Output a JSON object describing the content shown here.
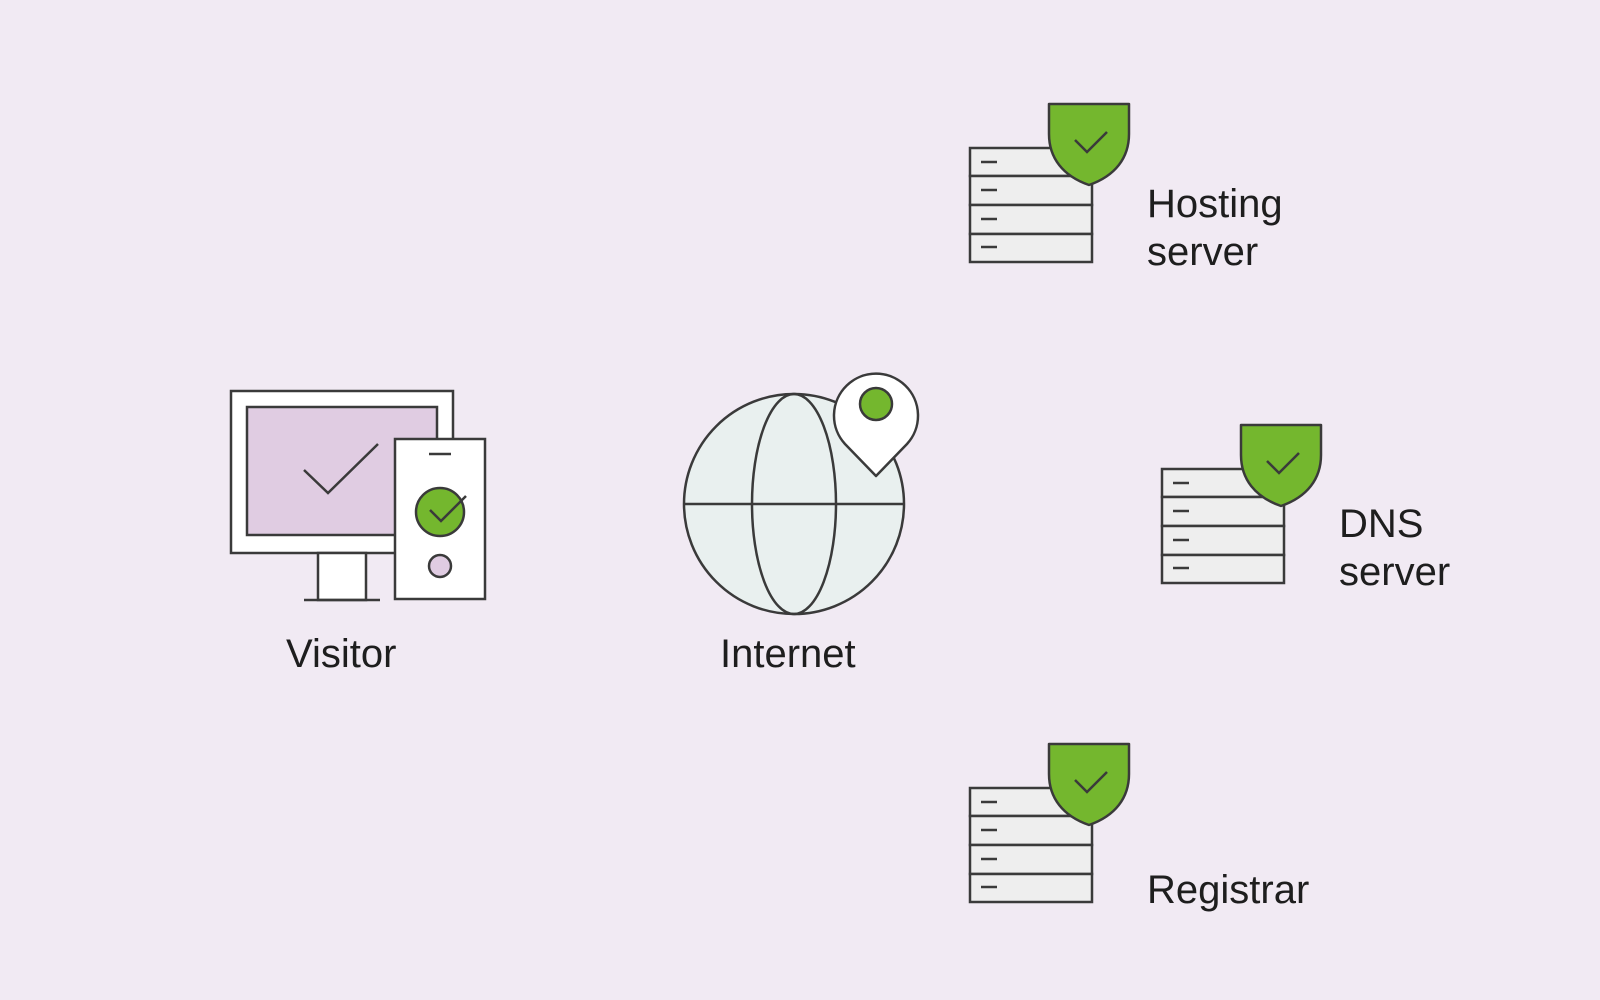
{
  "labels": {
    "visitor": "Visitor",
    "internet": "Internet",
    "hosting": "Hosting\nserver",
    "dns": "DNS\nserver",
    "registrar": "Registrar"
  },
  "icons": {
    "visitor": "desktop-and-phone-icon",
    "internet": "globe-with-location-pin-icon",
    "hosting": "server-with-shield-icon",
    "dns": "server-with-shield-icon",
    "registrar": "server-with-shield-icon"
  },
  "colors": {
    "background": "#f1eaf3",
    "stroke": "#3a3a3a",
    "shield_green": "#74b72e",
    "screen_lilac": "#e0cce2",
    "globe_fill": "#e9f0ef",
    "server_fill": "#eeeeee"
  }
}
